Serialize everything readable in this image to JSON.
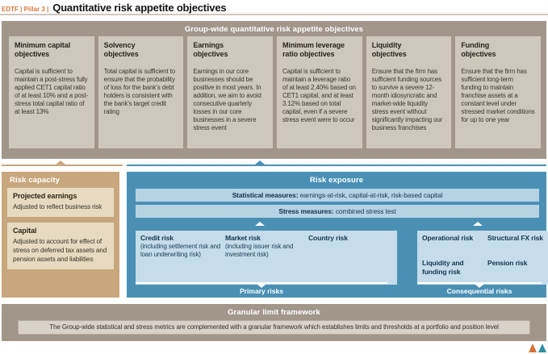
{
  "page": {
    "eyebrow": "EDTF | Pillar 3 |",
    "title": "Quantitative risk appetite objectives"
  },
  "group_objectives": {
    "header": "Group-wide quantitative risk appetite objectives",
    "columns": [
      {
        "title_lines": [
          "Minimum capital",
          "objectives"
        ],
        "body": "Capital is sufficient to maintain a post-stress fully applied CET1 capital ratio of at least 10% and a post-stress total capital ratio of at least 13%"
      },
      {
        "title_lines": [
          "Solvency",
          "objectives"
        ],
        "body": "Total capital is sufficient to ensure that the probability of loss for the bank’s debt holders is consistent with the bank’s target credit rating"
      },
      {
        "title_lines": [
          "Earnings",
          "objectives"
        ],
        "body": "Earnings in our core businesses should be positive in most years. In addition, we aim to avoid consecutive quarterly losses in our core businesses in a severe stress event"
      },
      {
        "title_lines": [
          "Minimum leverage",
          "ratio objectives"
        ],
        "body": "Capital is sufficient to maintain a leverage ratio of at least 2.40% based on CET1 capital, and at least 3.12% based on total capital, even if a severe stress event were to occur"
      },
      {
        "title_lines": [
          "Liquidity",
          "objectives"
        ],
        "body": "Ensure that the firm has sufficient funding sources to survive a severe 12-month idiosyncratic and market-wide liquidity stress event without significantly impacting our business franchises"
      },
      {
        "title_lines": [
          "Funding",
          "objectives"
        ],
        "body": "Ensure that the firm has sufficient long-term funding to maintain franchise assets at a constant level under stressed market conditions for up to one year"
      }
    ]
  },
  "risk_capacity": {
    "header": "Risk capacity",
    "items": [
      {
        "title": "Projected earnings",
        "body": "Adjusted to reflect business risk"
      },
      {
        "title": "Capital",
        "body": "Adjusted to account for effect of stress on deferred tax assets and pension assets and liabilities"
      }
    ]
  },
  "risk_exposure": {
    "header": "Risk exposure",
    "measures": [
      {
        "label": "Statistical measures:",
        "text": " earnings-at-risk, capital-at-risk, risk-based capital"
      },
      {
        "label": "Stress measures:",
        "text": " combined stress test"
      }
    ],
    "primary": {
      "label": "Primary risks",
      "boxes": [
        {
          "title": "Credit risk",
          "note": "(including settlement risk and loan underwriting risk)"
        },
        {
          "title": "Market risk",
          "note": "(including issuer risk and investment risk)"
        },
        {
          "title": "Country risk",
          "note": ""
        }
      ]
    },
    "consequential": {
      "label": "Consequential risks",
      "boxes": [
        {
          "title": "Operational risk"
        },
        {
          "title": "Structural FX risk"
        },
        {
          "title": "Liquidity and funding risk"
        },
        {
          "title": "Pension risk"
        }
      ]
    }
  },
  "granular": {
    "header": "Granular limit framework",
    "body": "The Group-wide statistical and stress metrics are complemented with a granular framework which establishes limits and thresholds at a portfolio and position level"
  },
  "icons": {
    "nav_orange": "up-triangle-orange",
    "nav_teal": "up-triangle-teal"
  },
  "colors": {
    "accent_orange": "#d9763c",
    "taupe_section": "#a1968a",
    "taupe_box": "#cec7bc",
    "tan_section": "#c8a77e",
    "tan_box": "#e7dac1",
    "blue_section": "#4a90b5",
    "blue_bar": "#b6d3e3",
    "blue_box": "#c5dcea",
    "granular_box": "#d9d2c8",
    "nav_teal": "#2f8fa0"
  }
}
